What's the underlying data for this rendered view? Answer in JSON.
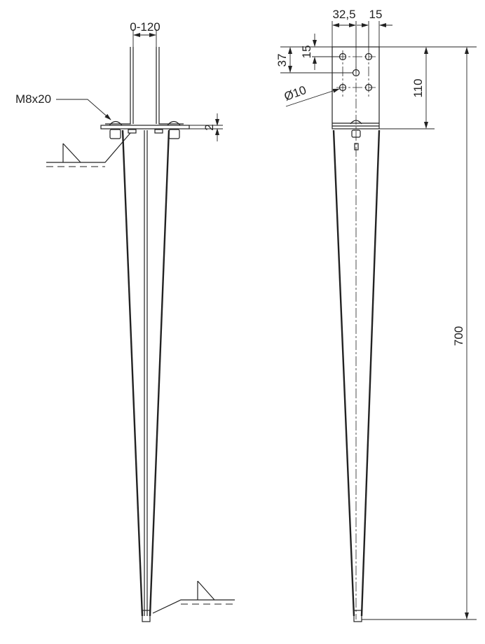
{
  "front_view": {
    "gap_dimension": "0-120",
    "bolt_label": "M8x20",
    "plate_thickness": "2"
  },
  "side_view": {
    "hole_spacing_horizontal_1": "32,5",
    "hole_spacing_horizontal_2": "15",
    "hole_spacing_vertical_1": "15",
    "hole_spacing_vertical_2": "37",
    "hole_diameter": "Ø10",
    "bracket_height": "110",
    "total_height": "700"
  }
}
